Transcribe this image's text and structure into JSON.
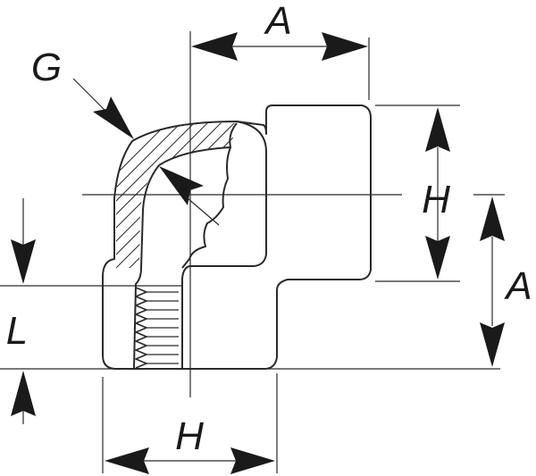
{
  "diagram": {
    "labels": {
      "a_top": "A",
      "a_right": "A",
      "g": "G",
      "h_right": "H",
      "h_bottom": "H",
      "l_left": "L"
    }
  }
}
